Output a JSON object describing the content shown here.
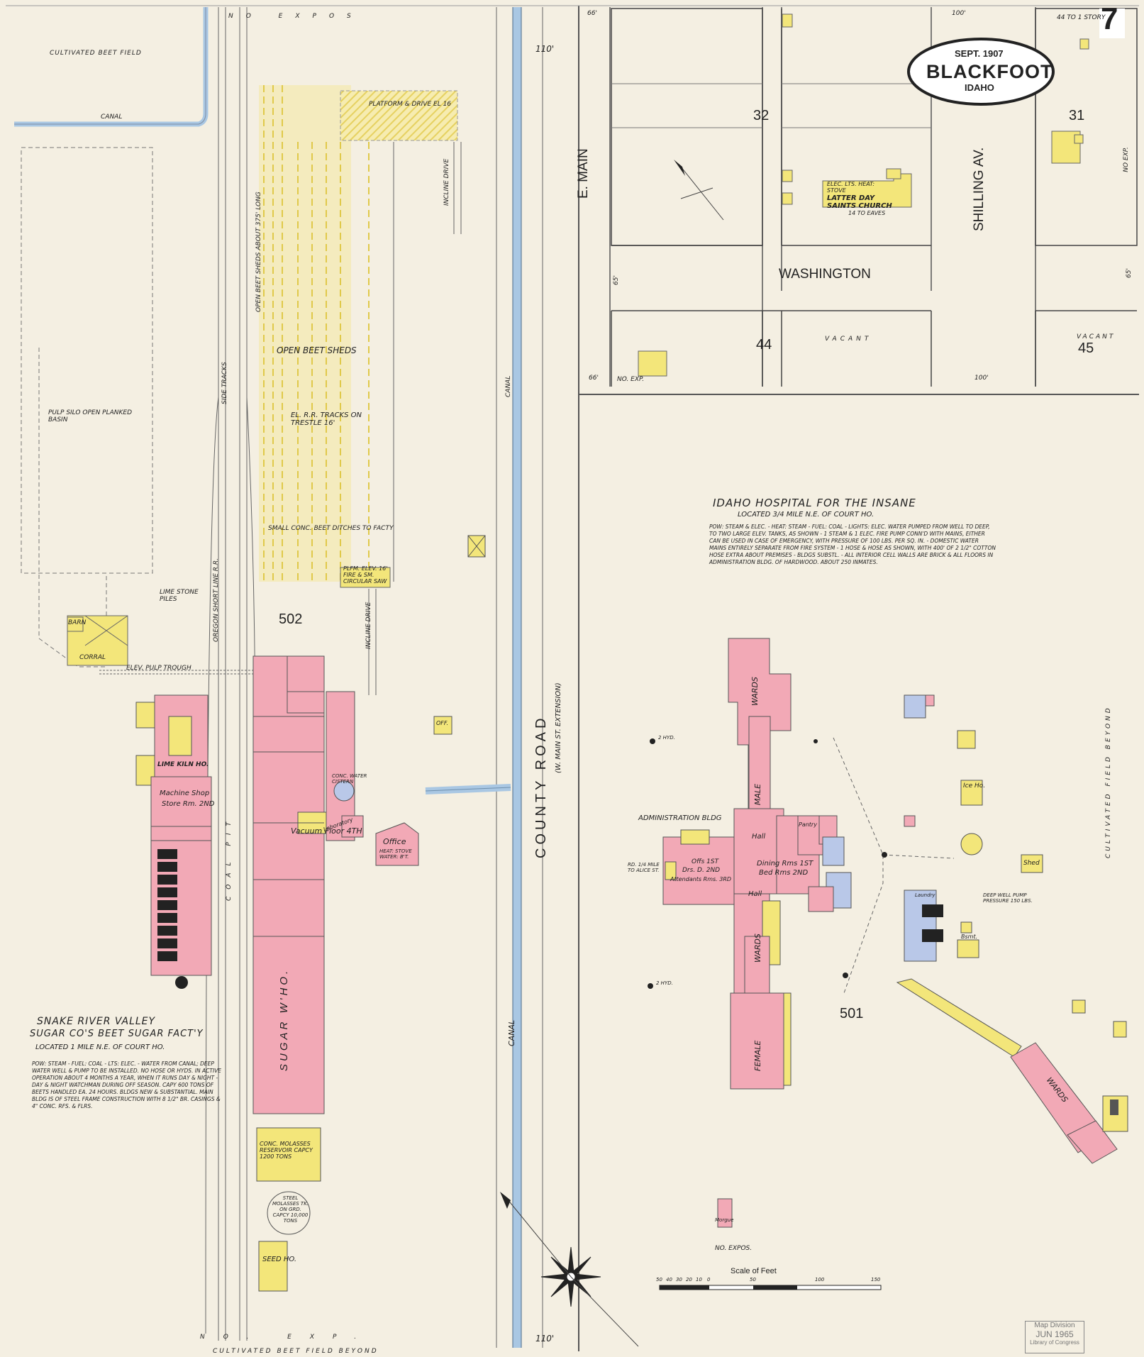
{
  "header": {
    "date": "SEPT. 1907",
    "city": "BLACKFOOT",
    "state": "IDAHO",
    "sheet_number": "7"
  },
  "streets": {
    "e_main": "E. MAIN",
    "washington": "WASHINGTON",
    "shilling": "SHILLING AV.",
    "county_road": "COUNTY ROAD",
    "county_road_sub": "(W. MAIN ST. EXTENSION)"
  },
  "blocks": [
    "32",
    "31",
    "44",
    "45",
    "502",
    "501"
  ],
  "top_map": {
    "church": "LATTER DAY SAINTS CHURCH",
    "church_sub": "14 TO EAVES",
    "church_heat": "ELEC. LTS. HEAT: STOVE",
    "vacant_1": "VACANT",
    "vacant_2": "VACANT",
    "dim_100_top": "100'",
    "dim_100_bottom": "100'",
    "dim_66_top": "66'",
    "dim_66_bottom": "66'",
    "dim_65_left": "65'",
    "dim_65_right": "65'",
    "no_exp_1": "NO. EXP.",
    "no_exp_2": "NO EXP.",
    "story_note": "44 TO 1 STORY"
  },
  "left_map": {
    "cultivated_beet_field": "CULTIVATED BEET FIELD",
    "canal": "CANAL",
    "no_expos": "NO EXPOS",
    "pulp_silo": "PULP SILO OPEN PLANKED BASIN",
    "platform": "PLATFORM & DRIVE EL 16",
    "incline_drive": "INCLINE DRIVE",
    "open_beet_sheds": "OPEN BEET SHEDS",
    "beet_sheds_note": "OPEN BEET SHEDS ABOUT 375' LONG",
    "el_rr_tracks": "EL. R.R. TRACKS ON TRESTLE 16'",
    "small_conc": "SMALL CONC. BEET DITCHES TO FACTY",
    "side_tracks": "SIDE TRACKS",
    "oregon_short_line": "OREGON SHORT LINE R.R.",
    "lime_stone_piles": "LIME STONE PILES",
    "corral": "CORRAL",
    "barn": "BARN",
    "pulp_trough": "ELEV. PULP TROUGH",
    "plfm_saw": "PLFM. ELEV. 16' FIRE & SM. CIRCULAR SAW",
    "lime_kiln": "LIME KILN HO.",
    "machine_shop": "Machine Shop",
    "store_rm": "Store Rm. 2ND",
    "vacuum_floor": "Vacuum Floor 4TH",
    "office": "Office",
    "office_sub": "HEAT: STOVE  WATER: B'T.",
    "lab": "Laboratory",
    "sugar_wh": "SUGAR W'HO.",
    "molasses_res": "CONC. MOLASSES RESERVOIR CAPCY 1200 TONS",
    "steel_molasses": "STEEL MOLASSES TK. ON GRD. CAPCY 10,000 TONS",
    "seed_ho": "SEED HO.",
    "coal_pit": "COAL PIT",
    "off": "OFF.",
    "gutter_cistern": "CONC. WATER CISTERN",
    "cultivated_bottom": "CULTIVATED BEET FIELD BEYOND",
    "no_exp_bottom": "NO. EXP.",
    "dim_110_top": "110'",
    "dim_110_bottom": "110'",
    "canal_right": "CANAL",
    "canal_bottom": "CANAL",
    "factory_title": "SNAKE RIVER VALLEY",
    "factory_title2": "SUGAR CO'S BEET SUGAR FACT'Y",
    "factory_loc": "LOCATED 1 MILE N.E. OF COURT HO.",
    "factory_note": "POW: STEAM - FUEL: COAL - LTS: ELEC. - WATER FROM CANAL; DEEP WATER WELL & PUMP TO BE INSTALLED. NO HOSE OR HYDS. IN ACTIVE OPERATION ABOUT 4 MONTHS A YEAR, WHEN IT RUNS DAY & NIGHT - DAY & NIGHT WATCHMAN DURING OFF SEASON. CAPY 600 TONS OF BEETS HANDLED EA. 24 HOURS. BLDGS NEW & SUBSTANTIAL. MAIN BLDG IS OF STEEL FRAME CONSTRUCTION WITH 8 1/2\" BR. CASINGS & 4\" CONC. RFS. & FLRS."
  },
  "right_map": {
    "hospital_title": "IDAHO HOSPITAL FOR THE INSANE",
    "hospital_loc": "LOCATED 3/4 MILE N.E. OF COURT HO.",
    "hospital_note": "POW: STEAM & ELEC. - HEAT: STEAM - FUEL: COAL - LIGHTS: ELEC. WATER PUMPED FROM WELL TO DEEP, TO TWO LARGE ELEV. TANKS, AS SHOWN - 1 STEAM & 1 ELEC. FIRE PUMP CONN'D WITH MAINS, EITHER CAN BE USED IN CASE OF EMERGENCY, WITH PRESSURE OF 100 LBS. PER SQ. IN. - DOMESTIC WATER MAINS ENTIRELY SEPARATE FROM FIRE SYSTEM - 1 HOSE & HOSE AS SHOWN, WITH 400' OF 2 1/2\" COTTON HOSE EXTRA ABOUT PREMISES - BLDGS SUBSTL. - ALL INTERIOR CELL WALLS ARE BRICK & ALL FLOORS IN ADMINISTRATION BLDG. OF HARDWOOD. ABOUT 250 INMATES.",
    "admin_bldg": "ADMINISTRATION BLDG",
    "wards_1": "WARDS",
    "male": "MALE",
    "wards_2": "WARDS",
    "female": "FEMALE",
    "wards_3": "WARDS",
    "dining": "Dining Rms 1ST",
    "bed_rms": "Bed Rms 2ND",
    "offs": "Offs 1ST",
    "drs": "Drs. D. 2ND",
    "attendants": "Attendants Rms. 3RD",
    "hall_1": "Hall",
    "hall_2": "Hall",
    "pantry": "Pantry",
    "ice_ho": "Ice Ho.",
    "shed": "Shed",
    "bsmt": "Bsmt.",
    "laundry": "Laundry",
    "morgue": "Morgue",
    "rd_to_alice": "RD. 1/4 MILE TO ALICE ST.",
    "hyd_1": "2 HYD.",
    "hyd_2": "2 HYD.",
    "cultivated_field": "CULTIVATED FIELD BEYOND",
    "no_expos_right": "NO. EXPOS.",
    "deep_well": "DEEP WELL PUMP PRESSURE 150 LBS."
  },
  "scale": {
    "title": "Scale of Feet",
    "ticks": [
      "50",
      "40",
      "30",
      "20",
      "10",
      "0",
      "50",
      "100",
      "150"
    ]
  },
  "stamp": {
    "line1": "Map Division",
    "line2": "JUN 1965",
    "line3": "Library of Congress"
  },
  "colors": {
    "paper": "#f4efe2",
    "brick": "#f2a9b6",
    "frame": "#f3e67a",
    "stone": "#b9c8e8",
    "canal": "#a9c7e3"
  }
}
